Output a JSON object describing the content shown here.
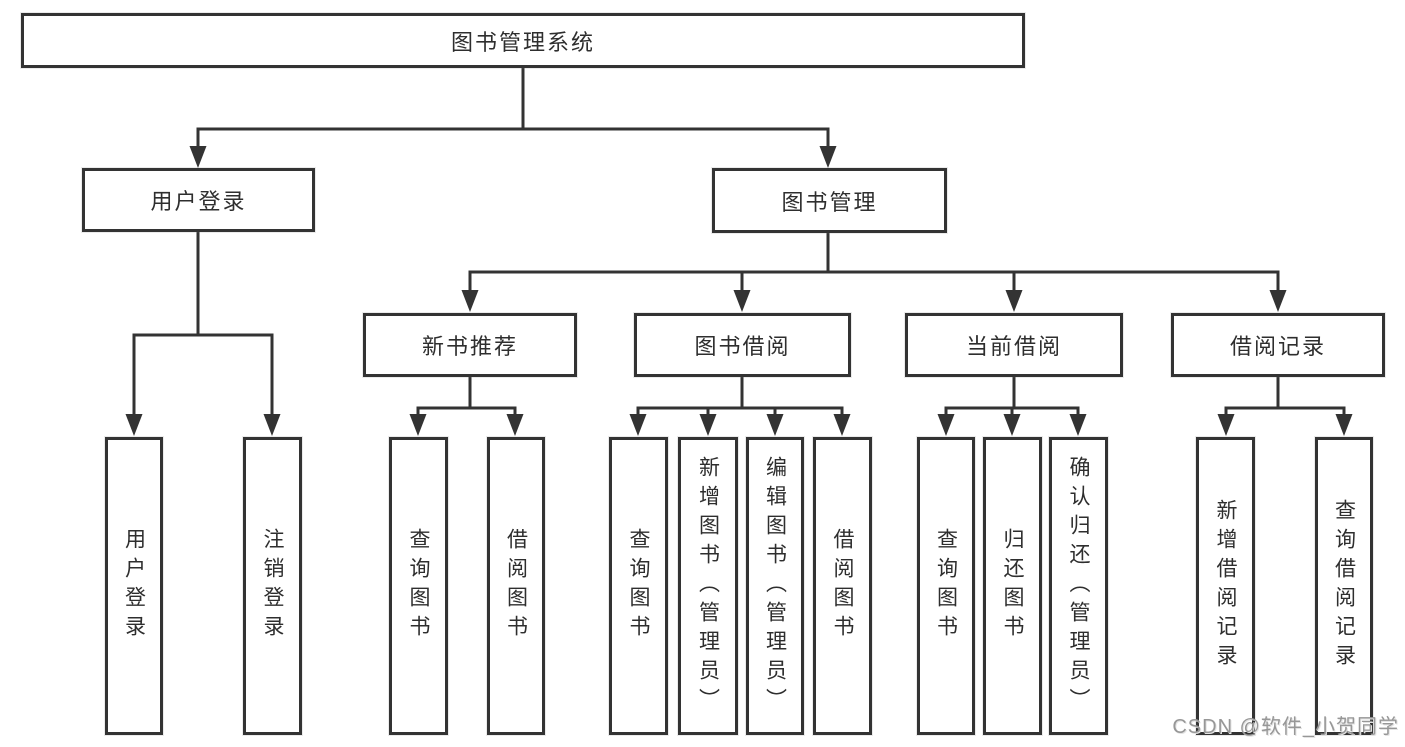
{
  "diagram": {
    "type": "hierarchy",
    "root": {
      "label": "图书管理系统"
    },
    "level2": [
      {
        "label": "用户登录",
        "parent": "图书管理系统"
      },
      {
        "label": "图书管理",
        "parent": "图书管理系统"
      }
    ],
    "level3": [
      {
        "label": "新书推荐",
        "parent": "图书管理"
      },
      {
        "label": "图书借阅",
        "parent": "图书管理"
      },
      {
        "label": "当前借阅",
        "parent": "图书管理"
      },
      {
        "label": "借阅记录",
        "parent": "图书管理"
      }
    ],
    "leaves": [
      {
        "label": "用户登录",
        "parent": "用户登录"
      },
      {
        "label": "注销登录",
        "parent": "用户登录"
      },
      {
        "label": "查询图书",
        "parent": "新书推荐"
      },
      {
        "label": "借阅图书",
        "parent": "新书推荐"
      },
      {
        "label": "查询图书",
        "parent": "图书借阅"
      },
      {
        "label": "新增图书（管理员）",
        "parent": "图书借阅"
      },
      {
        "label": "编辑图书（管理员）",
        "parent": "图书借阅"
      },
      {
        "label": "借阅图书",
        "parent": "图书借阅"
      },
      {
        "label": "查询图书",
        "parent": "当前借阅"
      },
      {
        "label": "归还图书",
        "parent": "当前借阅"
      },
      {
        "label": "确认归还（管理员）",
        "parent": "当前借阅"
      },
      {
        "label": "新增借阅记录",
        "parent": "借阅记录"
      },
      {
        "label": "查询借阅记录",
        "parent": "借阅记录"
      }
    ],
    "colors": {
      "stroke": "#333333",
      "text": "#2e2e2e",
      "background": "#ffffff",
      "watermark": "#979797"
    }
  },
  "watermark": "CSDN @软件_小贺同学"
}
